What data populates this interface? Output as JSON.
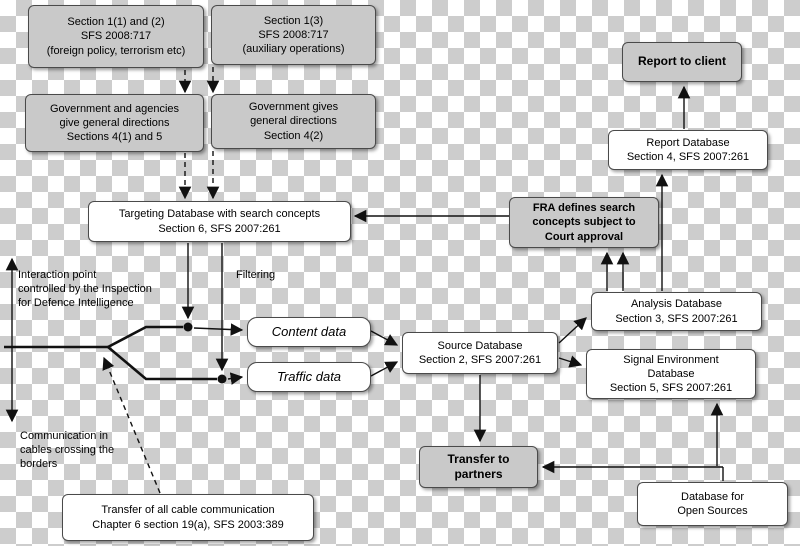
{
  "diagram_title": "FRA signals intelligence law flow diagram",
  "colors": {
    "box_gray": "#c9c9c9",
    "box_white": "#ffffff",
    "border": "#4a4a4a",
    "line": "#111111",
    "checker_light": "#ffffff",
    "checker_dark": "#cdcdcd"
  },
  "nodes": {
    "section_1_1_2": "Section 1(1) and (2)\nSFS 2008:717\n(foreign policy, terrorism etc)",
    "section_1_3": "Section 1(3)\nSFS 2008:717\n(auxiliary operations)",
    "report_to_client": "Report to client",
    "gov_agencies": "Government and agencies\ngive general directions\nSections 4(1) and 5",
    "gov_gives": "Government gives\ngeneral directions\nSection 4(2)",
    "report_db": "Report Database\nSection 4, SFS 2007:261",
    "targeting_db": "Targeting Database with search concepts\nSection 6, SFS 2007:261",
    "fra_defines": "FRA defines search\nconcepts subject to\nCourt approval",
    "interaction_point": "Interaction point\ncontrolled by the Inspection\nfor Defence Intelligence",
    "filtering": "Filtering",
    "content_data": "Content data",
    "traffic_data": "Traffic data",
    "source_db": "Source Database\nSection 2, SFS 2007:261",
    "analysis_db": "Analysis Database\nSection 3, SFS 2007:261",
    "signal_env_db": "Signal Environment\nDatabase\nSection 5, SFS 2007:261",
    "transfer_partners": "Transfer to\npartners",
    "open_sources_db": "Database for\nOpen Sources",
    "comm_cables": "Communication in\ncables crossing the\nborders",
    "transfer_cable": "Transfer of all cable communication\nChapter 6 section 19(a), SFS 2003:389"
  }
}
